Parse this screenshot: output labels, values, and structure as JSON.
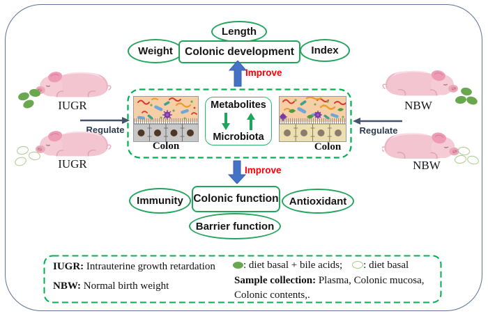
{
  "colors": {
    "frame_border": "#5b7292",
    "accent_green": "#22a45c",
    "dashed_green": "#00b050",
    "arrow_blue": "#4472c4",
    "improve_red": "#ff0000",
    "regulate_arrow": "#44546a",
    "diet_dot_filled": "#6aa84f"
  },
  "icons": {
    "filled_dot": "filled-diet-dot-icon",
    "open_dot": "open-diet-dot-icon",
    "up_arrow": "improve-up-arrow-icon",
    "down_arrow": "improve-down-arrow-icon"
  },
  "top": {
    "length_label": "Length",
    "weight_label": "Weight",
    "development_label": "Colonic development",
    "index_label": "Index",
    "improve_label": "Improve"
  },
  "center": {
    "metabolites_label": "Metabolites",
    "microbiota_label": "Microbiota",
    "colon_left_label": "Colon",
    "colon_right_label": "Colon",
    "regulate_left_label": "Regulate",
    "regulate_right_label": "Regulate"
  },
  "left_group": {
    "top_pig_label": "IUGR",
    "bottom_pig_label": "IUGR"
  },
  "right_group": {
    "top_pig_label": "NBW",
    "bottom_pig_label": "NBW"
  },
  "bottom": {
    "improve_label": "Improve",
    "immunity_label": "Immunity",
    "function_label": "Colonic function",
    "antioxidant_label": "Antioxidant",
    "barrier_label": "Barrier function"
  },
  "legend": {
    "iugr_term": "IUGR:",
    "iugr_def": "Intrauterine growth retardation",
    "nbw_term": "NBW:",
    "nbw_def": "Normal birth weight",
    "filled_dot_def": ": diet basal + bile acids;",
    "open_dot_def": ": diet basal",
    "sample_term": "Sample collection:",
    "sample_def": "Plasma, Colonic mucosa, Colonic contents,."
  }
}
